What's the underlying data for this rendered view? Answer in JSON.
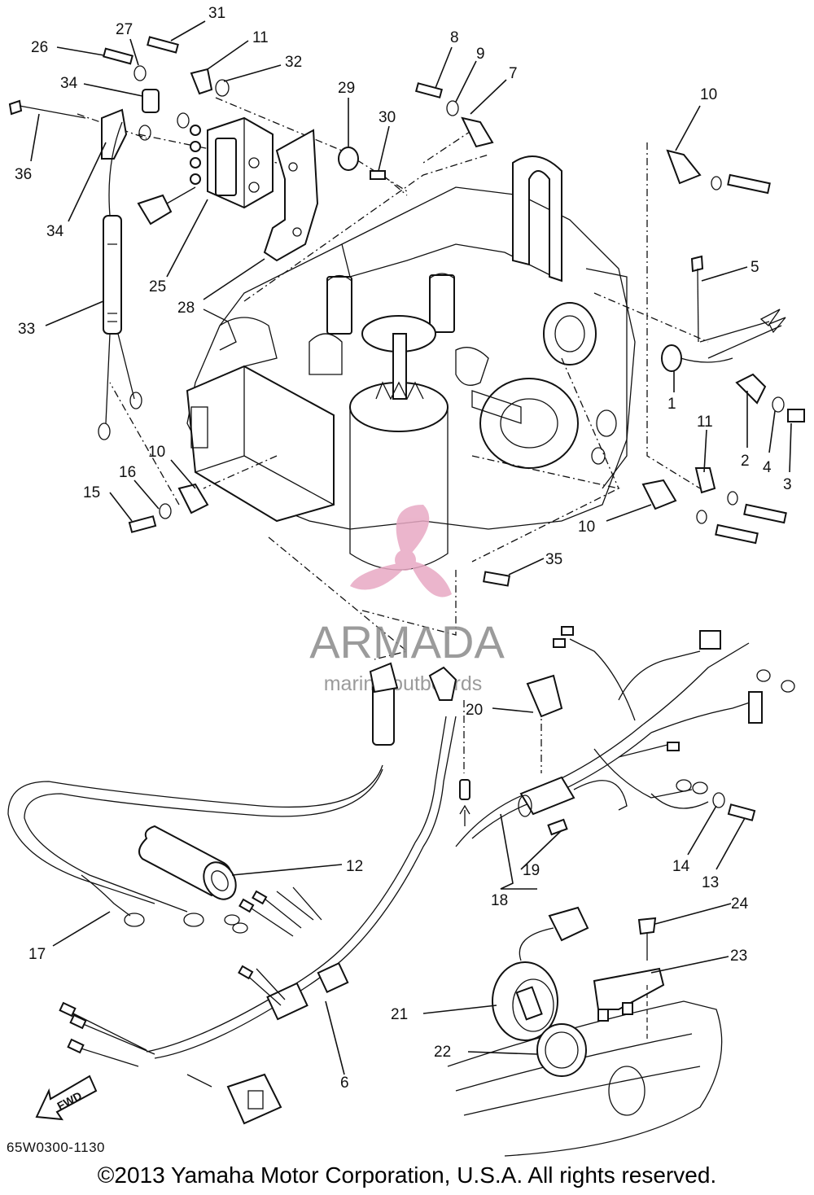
{
  "diagram": {
    "callouts": [
      "31",
      "27",
      "11",
      "26",
      "32",
      "8",
      "9",
      "7",
      "34",
      "29",
      "30",
      "10",
      "36",
      "34",
      "25",
      "28",
      "33",
      "5",
      "1",
      "2",
      "4",
      "3",
      "11",
      "10",
      "15",
      "16",
      "10",
      "35",
      "20",
      "12",
      "19",
      "14",
      "13",
      "18",
      "17",
      "24",
      "23",
      "21",
      "22",
      "6"
    ],
    "document_code": "65W0300-1130",
    "copyright": "©2013 Yamaha Motor Corporation, U.S.A. All rights reserved.",
    "fwd_label": "FWD"
  },
  "watermark": {
    "brand": "ARMADA",
    "tagline": "marine outboards",
    "logo_color": "#e8a9c4",
    "text_color": "#8a8a8a"
  }
}
